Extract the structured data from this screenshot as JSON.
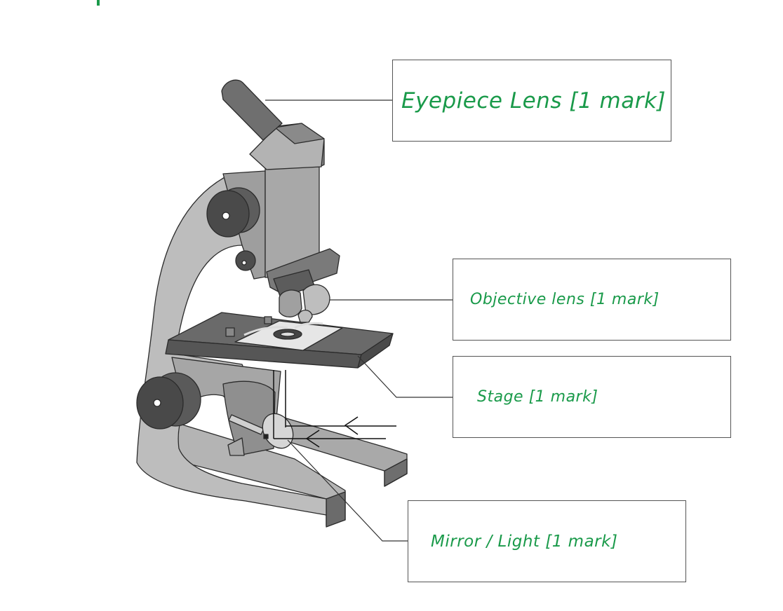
{
  "colors": {
    "label_text": "#1a9a4a",
    "leader_line": "#333333",
    "outline": "#2b2b2b"
  },
  "labels": {
    "eyepiece": "Eyepiece Lens [1 mark]",
    "objective": "Objective lens [1 mark]",
    "stage": "Stage [1 mark]",
    "mirror": "Mirror / Light [1 mark]"
  }
}
